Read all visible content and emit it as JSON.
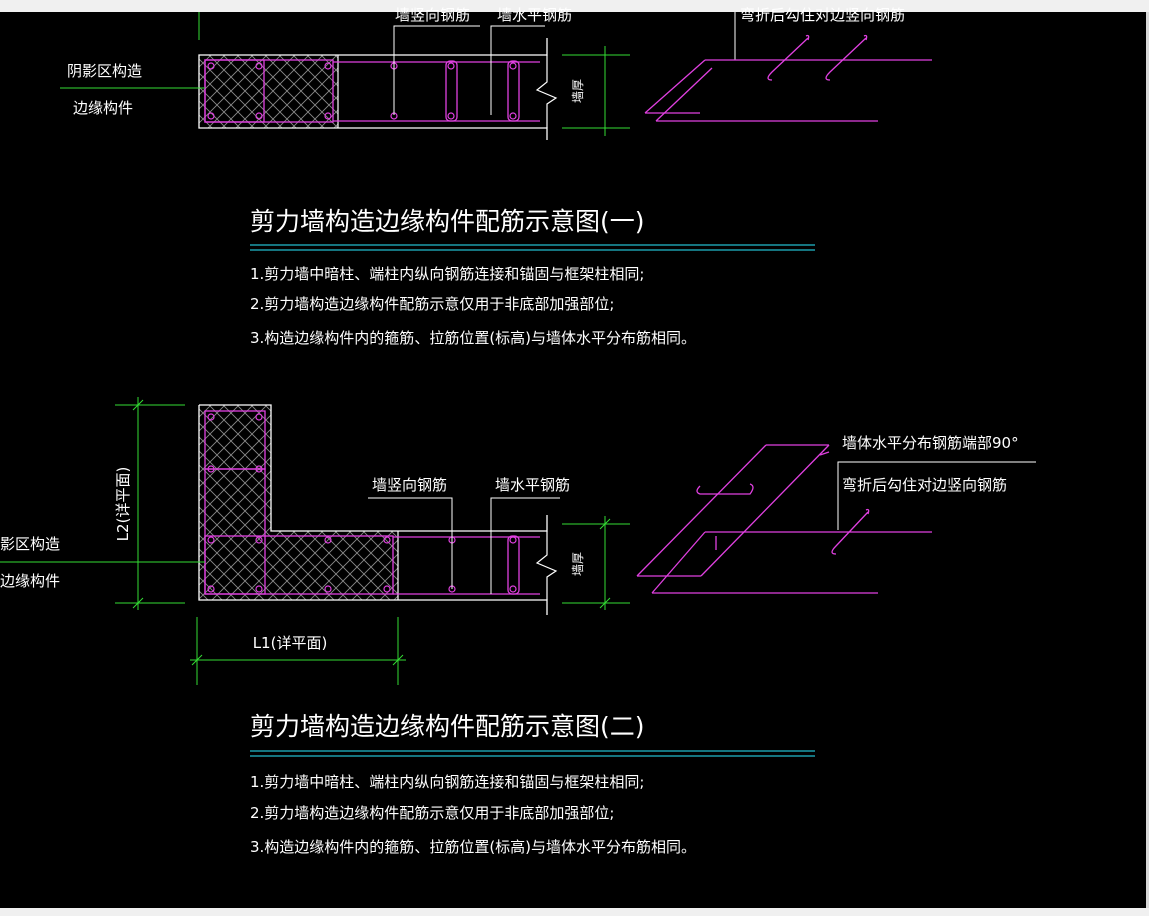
{
  "colors": {
    "background": "#000000",
    "line_white": "#ffffff",
    "line_magenta": "#e040e0",
    "line_green": "#33dd33",
    "line_cyan": "#22bbcc",
    "hatch": "#8a8a8a"
  },
  "diagram1": {
    "label_shade_line1": "阴影区构造",
    "label_shade_line2": "边缘构件",
    "label_vertical_rebar": "墙竖向钢筋",
    "label_horizontal_rebar": "墙水平钢筋",
    "label_wall_thickness": "墙厚",
    "label_bend_note": "弯折后勾住对边竖向钢筋",
    "title": "剪力墙构造边缘构件配筋示意图(一)",
    "notes": [
      "1.剪力墙中暗柱、端柱内纵向钢筋连接和锚固与框架柱相同;",
      "2.剪力墙构造边缘构件配筋示意仅用于非底部加强部位;",
      "3.构造边缘构件内的箍筋、拉筋位置(标高)与墙体水平分布筋相同。"
    ]
  },
  "diagram2": {
    "label_shade_line1": "影区构造",
    "label_shade_line2": "边缘构件",
    "label_vertical_rebar": "墙竖向钢筋",
    "label_horizontal_rebar": "墙水平钢筋",
    "label_wall_thickness": "墙厚",
    "label_L2": "L2(详平面)",
    "label_L1": "L1(详平面)",
    "label_bend_note_line1": "墙体水平分布钢筋端部90°",
    "label_bend_note_line2": "弯折后勾住对边竖向钢筋",
    "title": "剪力墙构造边缘构件配筋示意图(二)",
    "notes": [
      "1.剪力墙中暗柱、端柱内纵向钢筋连接和锚固与框架柱相同;",
      "2.剪力墙构造边缘构件配筋示意仅用于非底部加强部位;",
      "3.构造边缘构件内的箍筋、拉筋位置(标高)与墙体水平分布筋相同。"
    ]
  }
}
